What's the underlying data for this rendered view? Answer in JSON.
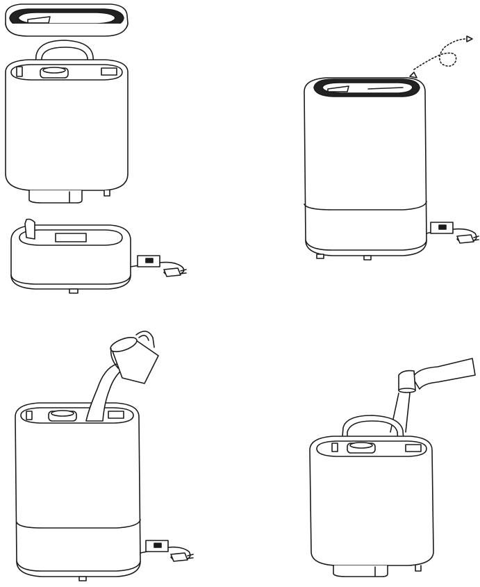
{
  "figure": {
    "panels": [
      {
        "id": "disassembly",
        "position": "top-left"
      },
      {
        "id": "assembled",
        "position": "top-right"
      },
      {
        "id": "fill-with-jug",
        "position": "bottom-left"
      },
      {
        "id": "fill-under-tap",
        "position": "bottom-right"
      }
    ],
    "colors": {
      "stroke": "#1a1a1a",
      "fill": "#ffffff",
      "dark_rim": "#222222"
    },
    "icons": [
      "humidifier-lid",
      "water-tank",
      "tank-handle",
      "humidifier-base",
      "power-plug",
      "jug",
      "faucet",
      "twist-arrow"
    ]
  }
}
